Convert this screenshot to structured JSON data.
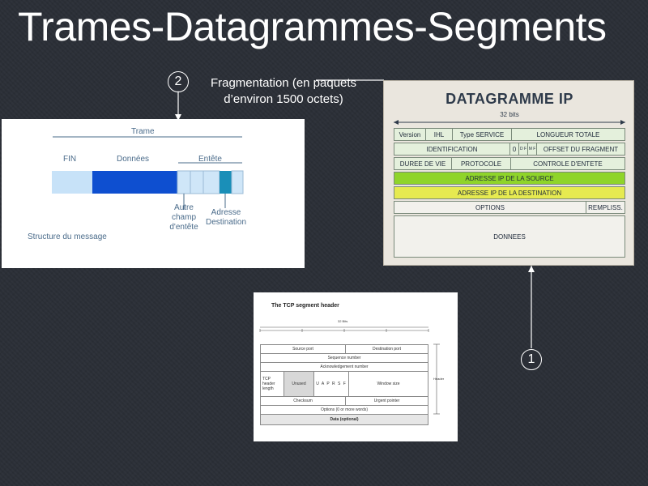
{
  "slide": {
    "title": "Trames-Datagrammes-Segments",
    "marker_2": "2",
    "marker_1": "1",
    "caption": "Fragmentation (en paquets d’environ 1500 octets)"
  },
  "message_structure": {
    "trame_label": "Trame",
    "fin_label": "FIN",
    "donnees_label": "Données",
    "entete_label": "Entête",
    "autre_champ_label": "Autre champ d'entête",
    "adresse_label": "Adresse Destination",
    "structure_label": "Structure du message"
  },
  "ip_datagram": {
    "title": "DATAGRAMME IP",
    "bits": "32 bits",
    "version": "Version",
    "ihl": "IHL",
    "type_service": "Type SERVICE",
    "longueur_totale": "LONGUEUR TOTALE",
    "identification": "IDENTIFICATION",
    "flag_zero": "0",
    "flag_d": "D F",
    "flag_m": "M F",
    "offset_fragment": "OFFSET DU FRAGMENT",
    "duree_de_vie": "DUREE DE VIE",
    "protocole": "PROTOCOLE",
    "controle_entete": "CONTROLE D'ENTETE",
    "adresse_source": "ADRESSE IP DE LA SOURCE",
    "adresse_destination": "ADRESSE IP DE LA DESTINATION",
    "options": "OPTIONS",
    "remplissage": "REMPLISS.",
    "donnees": "DONNEES",
    "colors": {
      "green": "#8fd42a",
      "yellow": "#e6ea50",
      "bg": "#eae6de"
    }
  },
  "tcp_segment": {
    "title": "The TCP segment header",
    "bits": "32 Bits",
    "source_port": "Source port",
    "destination_port": "Destination port",
    "sequence_number": "Sequence number",
    "ack_number": "Acknowledgement number",
    "tcp_header_length": "TCP header length",
    "unused": "Unused",
    "flags": "U A P R S F",
    "window_size": "Window size",
    "checksum": "Checksum",
    "urgent_pointer": "Urgent pointer",
    "options": "Options (0 or more words)",
    "data": "Data (optional)",
    "header_side": "Header"
  }
}
